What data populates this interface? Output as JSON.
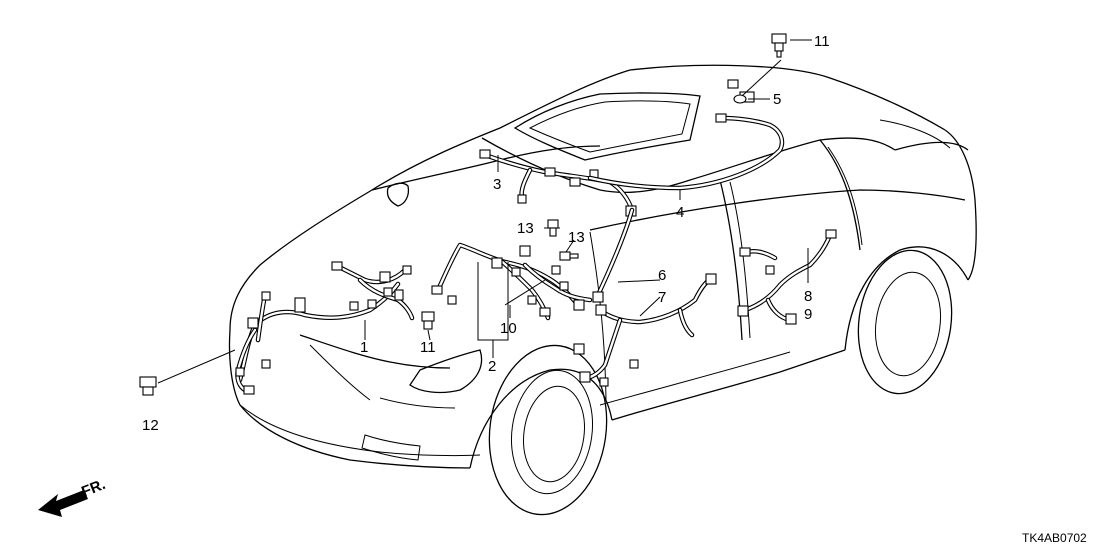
{
  "diagram": {
    "callouts": [
      {
        "id": "c1",
        "label": "1"
      },
      {
        "id": "c2",
        "label": "2"
      },
      {
        "id": "c3",
        "label": "3"
      },
      {
        "id": "c4",
        "label": "4"
      },
      {
        "id": "c5",
        "label": "5"
      },
      {
        "id": "c6",
        "label": "6"
      },
      {
        "id": "c7",
        "label": "7"
      },
      {
        "id": "c8",
        "label": "8"
      },
      {
        "id": "c9",
        "label": "9"
      },
      {
        "id": "c10",
        "label": "10"
      },
      {
        "id": "c11a",
        "label": "11"
      },
      {
        "id": "c11b",
        "label": "11"
      },
      {
        "id": "c12",
        "label": "12"
      },
      {
        "id": "c13a",
        "label": "13"
      },
      {
        "id": "c13b",
        "label": "13"
      }
    ],
    "direction_label": "FR.",
    "drawing_code": "TK4AB0702"
  }
}
